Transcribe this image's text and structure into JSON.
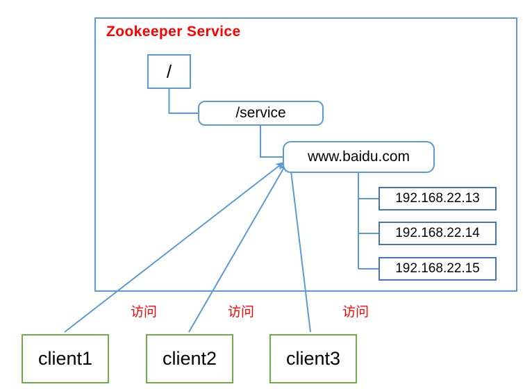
{
  "diagram": {
    "title": "Zookeeper Service",
    "title_color": "#FF0000",
    "frame_color": "#5B9BD5",
    "connector_color": "#5B9BD5",
    "client_border_color": "#70AD47",
    "ip_border_color": "#4472C4",
    "root_node": "/",
    "service_node": "/service",
    "domain_node": "www.baidu.com",
    "ip_nodes": [
      "192.168.22.13",
      "192.168.22.14",
      "192.168.22.15"
    ],
    "clients": [
      "client1",
      "client2",
      "client3"
    ],
    "access_labels": [
      "访问",
      "访问",
      "访问"
    ]
  }
}
